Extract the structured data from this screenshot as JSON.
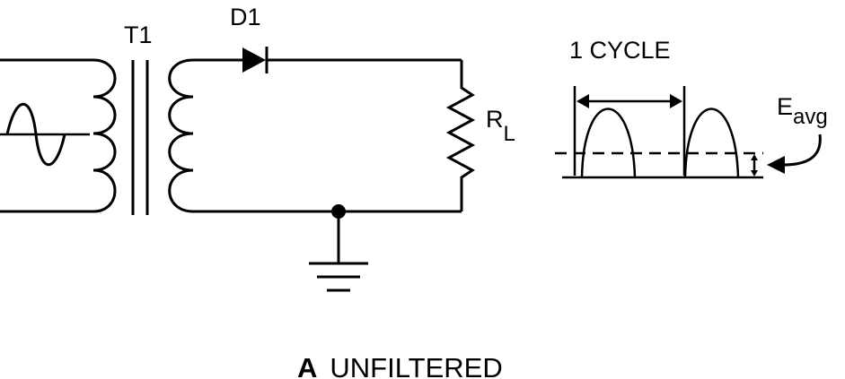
{
  "labels": {
    "transformer": "T1",
    "diode": "D1",
    "load_main": "R",
    "load_sub": "L",
    "cycle": "1 CYCLE",
    "eavg_main": "E",
    "eavg_sub": "avg",
    "caption_letter": "A",
    "caption_text": "UNFILTERED"
  }
}
